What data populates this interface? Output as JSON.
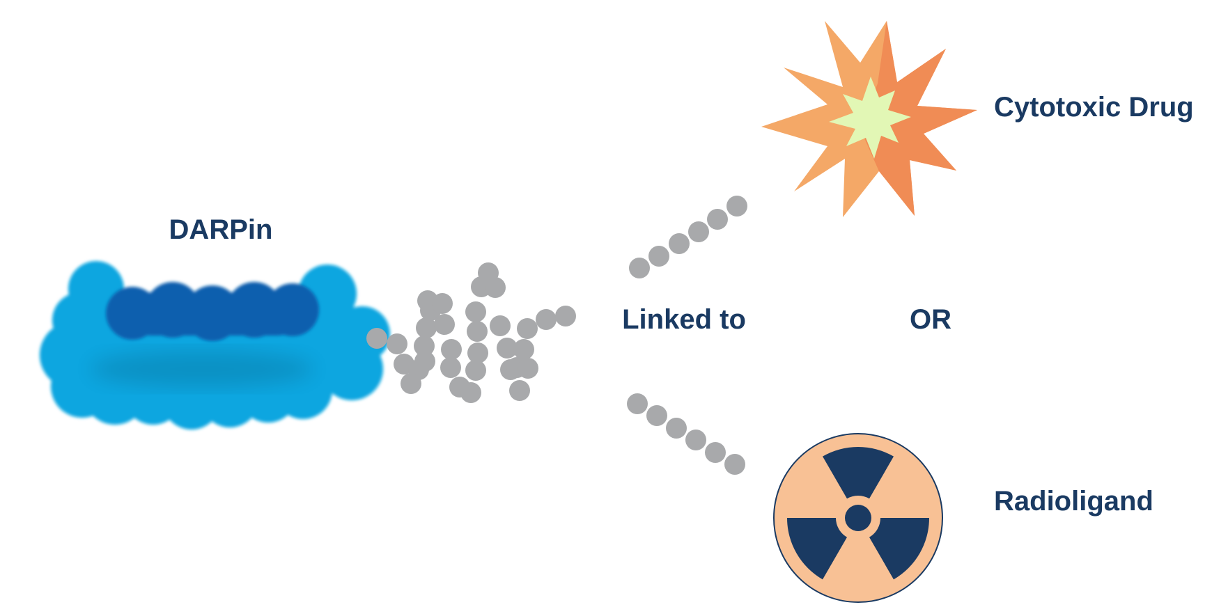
{
  "labels": {
    "darpin": "DARPin",
    "linked_to": "Linked to",
    "or": "OR",
    "cytotoxic_drug": "Cytotoxic Drug",
    "radioligand": "Radioligand"
  },
  "colors": {
    "text": "#1a3a62",
    "darpin_light": "#07a6e0",
    "darpin_dark": "#0a5fae",
    "linker": "#a8a9ab",
    "burst_outer": "#f4a867",
    "burst_outer_shade": "#f08c55",
    "burst_inner": "#e2f7b5",
    "radio_bg": "#f8c195",
    "radio_symbol": "#1a3a62"
  },
  "icons": {
    "darpin": "protein-blob-icon",
    "linker": "bead-chain-icon",
    "drug": "explosion-burst-icon",
    "radioligand": "radiation-trefoil-icon"
  }
}
